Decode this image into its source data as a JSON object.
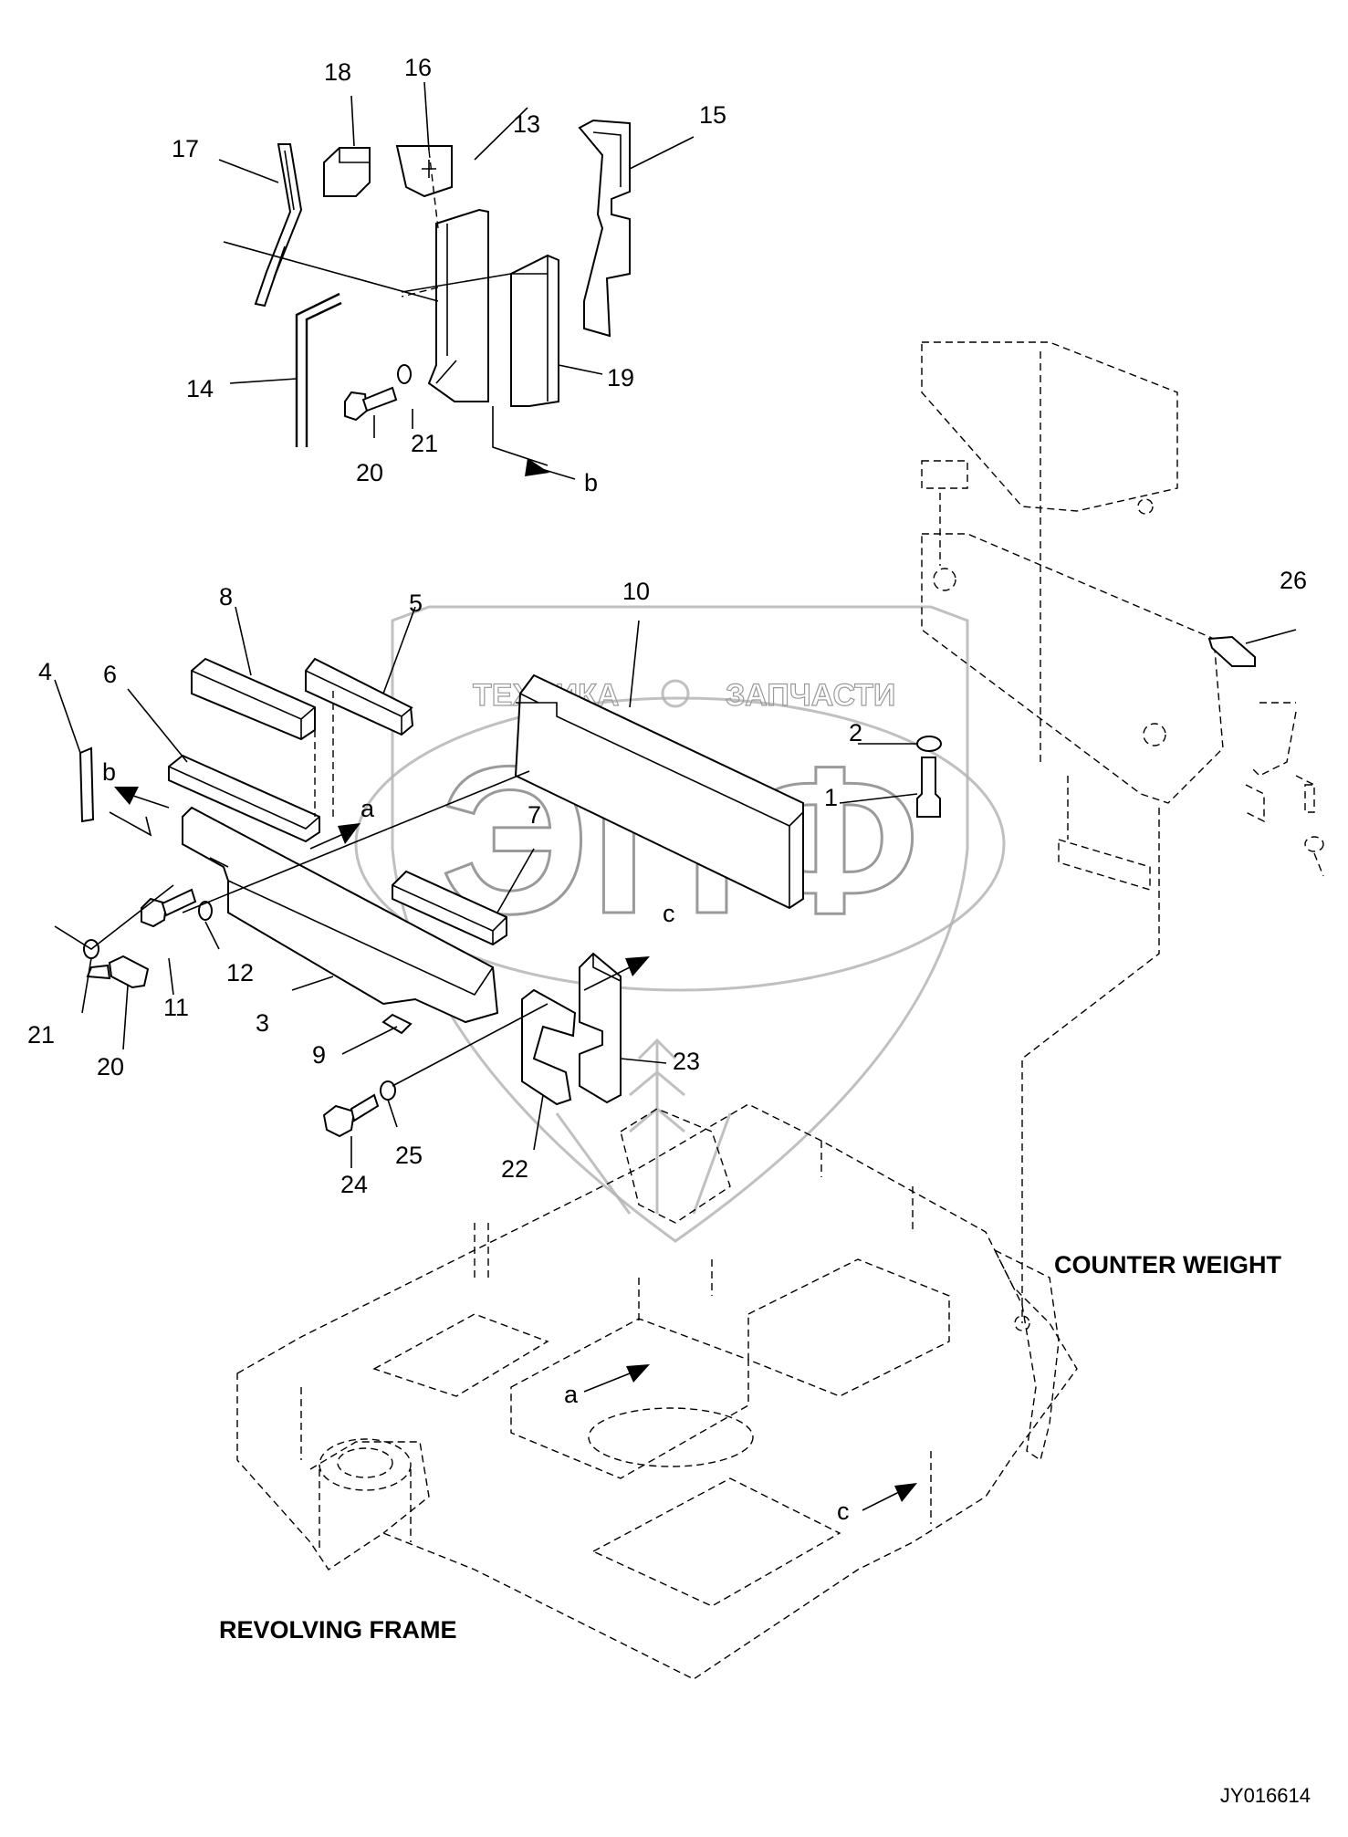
{
  "diagram": {
    "callouts": [
      "1",
      "2",
      "3",
      "4",
      "5",
      "6",
      "7",
      "8",
      "9",
      "10",
      "11",
      "12",
      "13",
      "14",
      "15",
      "16",
      "17",
      "18",
      "19",
      "20",
      "20",
      "21",
      "21",
      "22",
      "23",
      "24",
      "25",
      "26"
    ],
    "arrow_letters": [
      "a",
      "a",
      "b",
      "b",
      "c",
      "c"
    ],
    "assembly_labels": {
      "counter_weight": "COUNTER WEIGHT",
      "revolving_frame": "REVOLVING FRAME"
    },
    "drawing_number": "JY016614"
  },
  "watermark": {
    "company_left": "ТЕХНИКА",
    "company_right": "ЗАПЧАСТИ",
    "logo_letters": "ЭПФ"
  }
}
